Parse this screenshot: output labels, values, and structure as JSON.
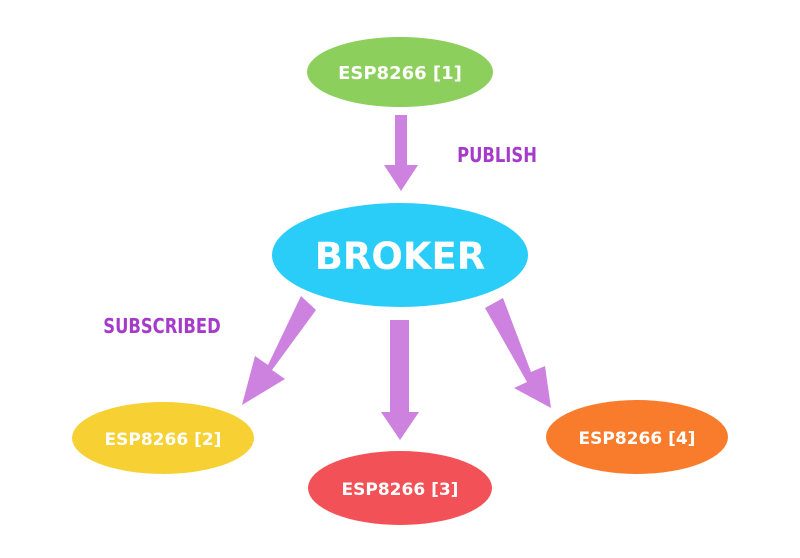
{
  "nodes": {
    "esp1": {
      "label": "ESP8266 [1]",
      "color": "#8ccf5c"
    },
    "broker": {
      "label": "BROKER",
      "color": "#29cdf8"
    },
    "esp2": {
      "label": "ESP8266 [2]",
      "color": "#f7d034"
    },
    "esp3": {
      "label": "ESP8266 [3]",
      "color": "#f25257"
    },
    "esp4": {
      "label": "ESP8266 [4]",
      "color": "#f97c2d"
    }
  },
  "edges": {
    "publish_label": "PUBLISH",
    "subscribed_label": "SUBSCRIBED",
    "label_color": "#a63bc9",
    "arrow_color": "#cd82e0"
  }
}
